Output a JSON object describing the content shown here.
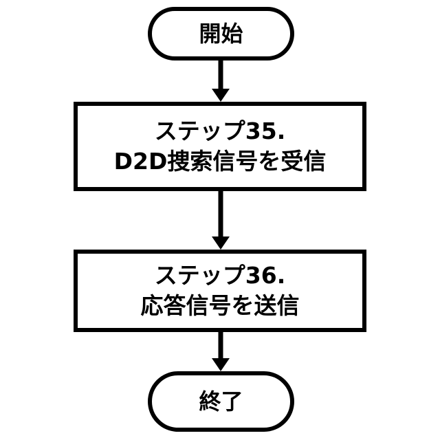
{
  "diagram": {
    "type": "flowchart",
    "orientation": "vertical",
    "background_color": "#ffffff",
    "stroke_color": "#000000",
    "text_color": "#000000",
    "nodes": [
      {
        "id": "start",
        "shape": "terminator",
        "label": "開始",
        "line1": "開始",
        "line2": ""
      },
      {
        "id": "step35",
        "shape": "process",
        "label": "ステップ35. D2D捜索信号を受信",
        "line1": "ステップ35.",
        "line2": "D2D捜索信号を受信"
      },
      {
        "id": "step36",
        "shape": "process",
        "label": "ステップ36. 応答信号を送信",
        "line1": "ステップ36.",
        "line2": "応答信号を送信"
      },
      {
        "id": "end",
        "shape": "terminator",
        "label": "終了",
        "line1": "終了",
        "line2": ""
      }
    ],
    "edges": [
      {
        "id": "edge-start-step35",
        "from": "開始",
        "to": "ステップ35.",
        "style": "solid-arrow-down"
      },
      {
        "id": "edge-step35-step36",
        "from": "ステップ35.",
        "to": "ステップ36.",
        "style": "solid-arrow-down"
      },
      {
        "id": "edge-step36-end",
        "from": "ステップ36.",
        "to": "終了",
        "style": "solid-arrow-down"
      }
    ]
  }
}
